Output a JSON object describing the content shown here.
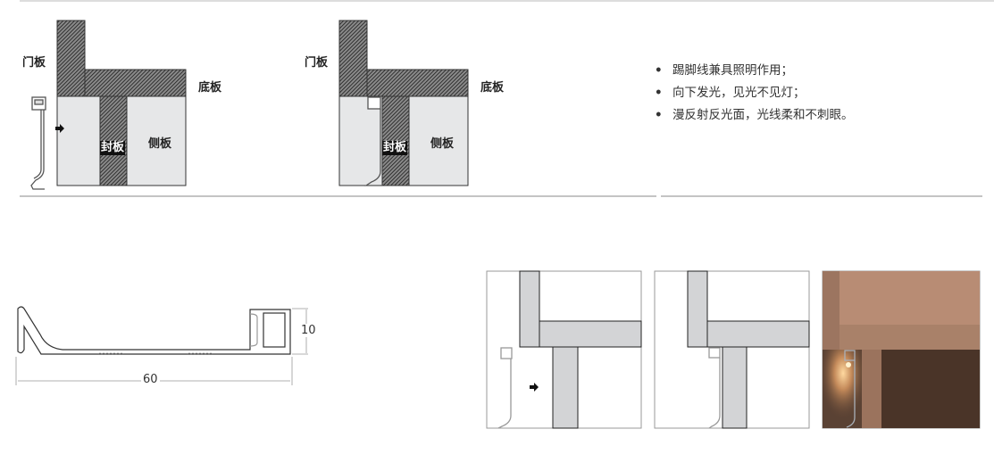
{
  "diagram_a": {
    "door_label": "门板",
    "bottom_label": "底板",
    "side_label": "侧板",
    "seal_label": "封板"
  },
  "diagram_b": {
    "door_label": "门板",
    "bottom_label": "底板",
    "side_label": "侧板",
    "seal_label": "封板"
  },
  "features": [
    "踢脚线兼具照明作用；",
    "向下发光，见光不见灯；",
    "漫反射反光面，光线柔和不刺眼。"
  ],
  "profile_dimensions": {
    "width": "60",
    "height": "10"
  },
  "colors": {
    "hatch": "#3a3a3a",
    "panel_fill": "#e6e7e8",
    "line": "#333333",
    "wood_light": "#b08a72",
    "wood_dark": "#4a3428"
  }
}
